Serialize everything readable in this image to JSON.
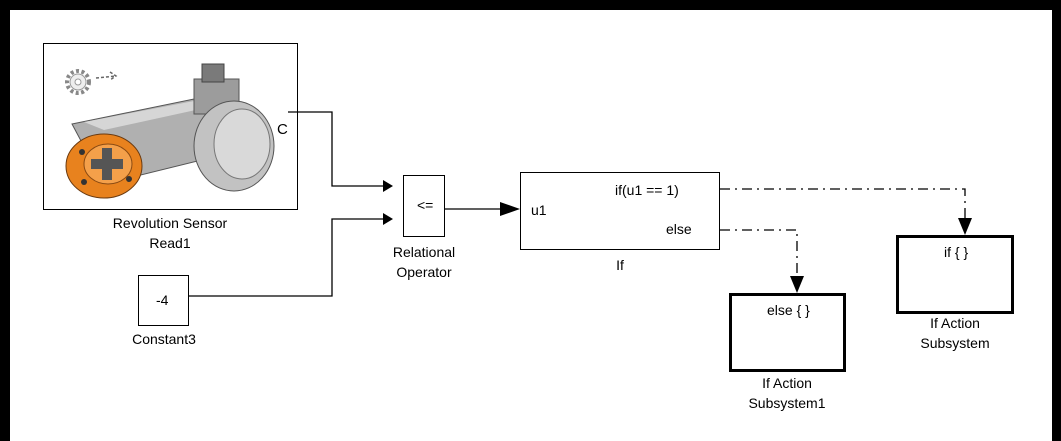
{
  "blocks": {
    "sensor": {
      "caption_line1": "Revolution Sensor",
      "caption_line2": "Read1",
      "port_label": "C"
    },
    "relop": {
      "symbol": "<=",
      "caption_line1": "Relational",
      "caption_line2": "Operator"
    },
    "constant": {
      "value": "-4",
      "caption": "Constant3"
    },
    "if_block": {
      "input_label": "u1",
      "cond_label": "if(u1 == 1)",
      "else_label": "else",
      "caption": "If"
    },
    "else_subsystem": {
      "label": "else { }",
      "caption_line1": "If Action",
      "caption_line2": "Subsystem1"
    },
    "if_subsystem": {
      "label": "if { }",
      "caption_line1": "If Action",
      "caption_line2": "Subsystem"
    }
  },
  "colors": {
    "wire": "#000000",
    "sensor_orange": "#e8821e",
    "sensor_gray": "#b8b8b8"
  }
}
